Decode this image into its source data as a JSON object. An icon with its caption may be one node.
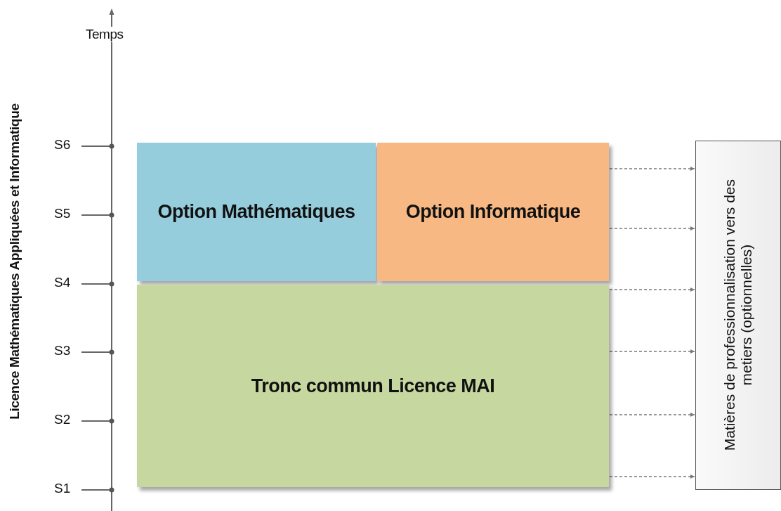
{
  "diagram": {
    "nodes": [
      {
        "text": [
          "Option Mathématiques"
        ]
      },
      {
        "text": [
          "Option Informatique"
        ]
      },
      {
        "text": [
          "Tronc commun Licence MAI"
        ]
      },
      {
        "text": [
          "Matières de professionnalisation vers des metiers (optionnelles)"
        ]
      }
    ],
    "edges": [
      {
        "from": 1,
        "to": 3,
        "arrow": "to",
        "style": "dashed"
      },
      {
        "from": 1,
        "to": 3,
        "arrow": "to",
        "style": "dashed"
      },
      {
        "from": 2,
        "to": 3,
        "arrow": "to",
        "style": "dashed"
      },
      {
        "from": 2,
        "to": 3,
        "arrow": "to",
        "style": "dashed"
      },
      {
        "from": 2,
        "to": 3,
        "arrow": "to",
        "style": "dashed"
      },
      {
        "from": 2,
        "to": 3,
        "arrow": "to",
        "style": "dashed"
      }
    ],
    "labels": [
      "Temps",
      "Licence Mathématiques Appliquées et Informatique",
      "S6",
      "S5",
      "S4",
      "S3",
      "S2",
      "S1"
    ]
  }
}
